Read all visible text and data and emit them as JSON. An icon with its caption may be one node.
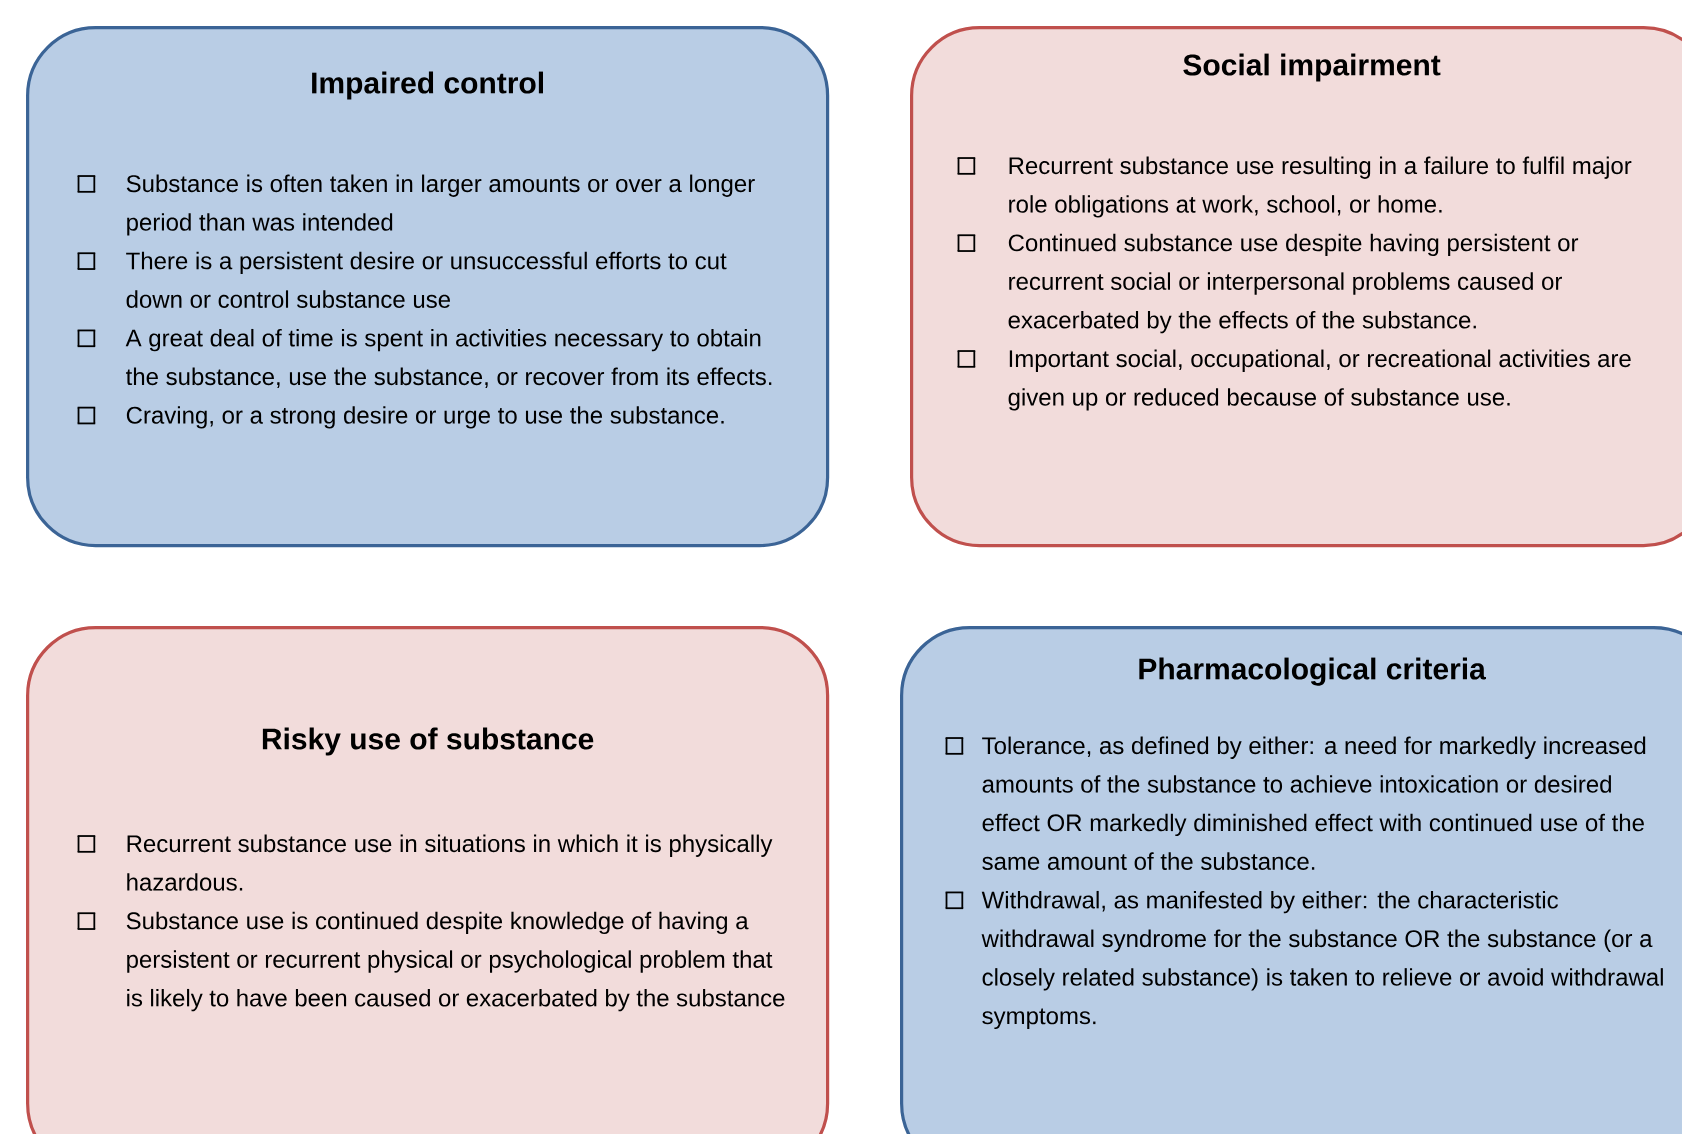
{
  "diagram": {
    "nodes": [
      {
        "text": [
          "Impaired control",
          "Substance is often taken in larger amounts or over a longer period than was intended",
          "There is a persistent desire or unsuccessful efforts to cut down or control substance use",
          "A great deal of time is spent in activities necessary to obtain the substance, use the substance, or recover from its effects.",
          "Craving, or a strong desire or urge to use the substance."
        ]
      },
      {
        "text": [
          "Social impairment",
          "Recurrent substance use resulting in a failure to fulfil major role obligations at work, school, or home.",
          "Continued substance use despite having persistent or recurrent social or interpersonal problems caused or exacerbated by the effects of the substance.",
          "Important social, occupational, or recreational activities are given up or reduced because of substance use."
        ]
      },
      {
        "text": [
          "Risky use of substance",
          "Recurrent substance use in situations in which it is physically hazardous.",
          "Substance use is continued despite knowledge of having a persistent or recurrent physical or psychological problem that is likely to have been caused or exacerbated by the substance"
        ]
      },
      {
        "text": [
          "Pharmacological  criteria",
          "Tolerance, as defined by either: a need for markedly increased amounts of the substance to achieve intoxication or desired effect OR markedly diminished effect with continued use of the same amount of the substance.",
          "Withdrawal, as manifested by either: the characteristic withdrawal syndrome for the substance OR the substance (or a closely related substance) is taken to relieve or avoid withdrawal symptoms."
        ]
      }
    ]
  }
}
